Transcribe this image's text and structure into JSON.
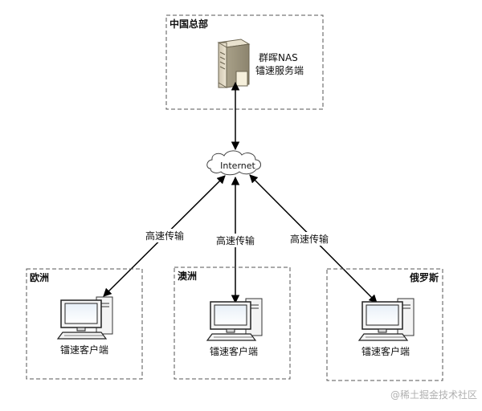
{
  "hq": {
    "title": "中国总部",
    "server_line1": "群晖NAS",
    "server_line2": "镭速服务端",
    "icon": "server-icon"
  },
  "cloud": {
    "label": "Internet",
    "icon": "cloud-icon"
  },
  "links": {
    "left_label": "高速传输",
    "middle_label": "高速传输",
    "right_label": "高速传输"
  },
  "regions": [
    {
      "title": "欧洲",
      "client_label": "镭速客户端",
      "icon": "desktop-computer-icon"
    },
    {
      "title": "澳洲",
      "client_label": "镭速客户端",
      "icon": "desktop-computer-icon"
    },
    {
      "title": "俄罗斯",
      "client_label": "镭速客户端",
      "icon": "desktop-computer-icon"
    }
  ],
  "watermark": "@稀土掘金技术社区",
  "colors": {
    "border": "#555555",
    "line": "#000000",
    "watermark": "#b0b0b0"
  }
}
